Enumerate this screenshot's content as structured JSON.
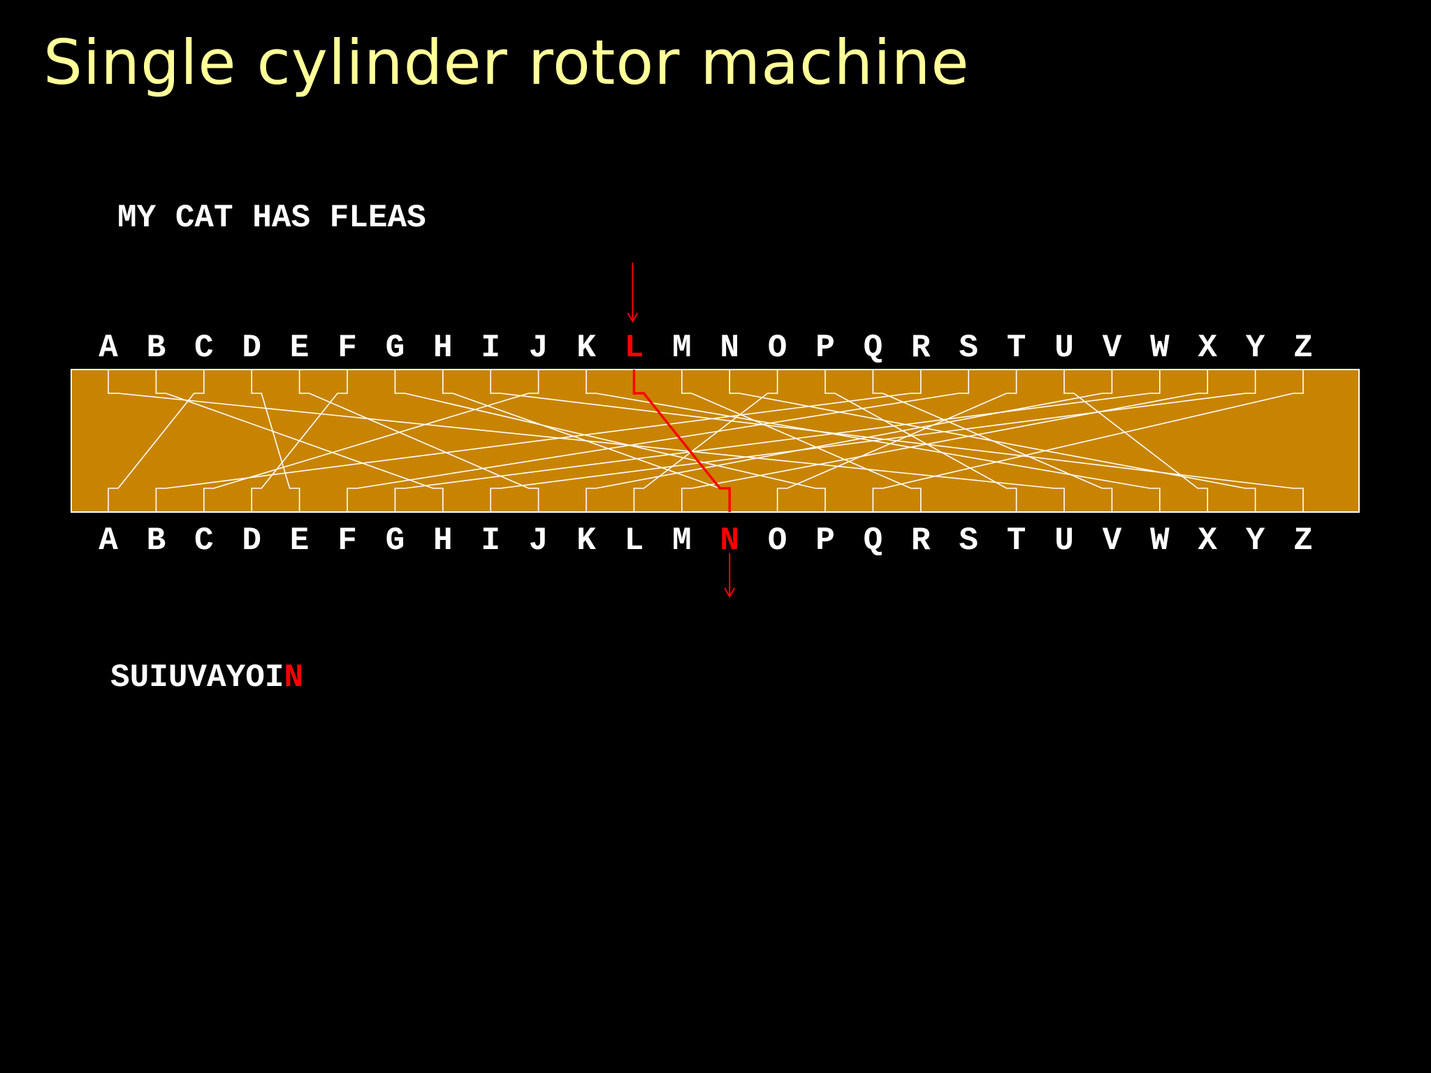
{
  "title": "Single cylinder rotor machine",
  "plaintext": "MY CAT HAS FLEAS",
  "ciphertext": {
    "prefix": "SUIUVAYOI",
    "current": "N"
  },
  "alphabet": [
    "A",
    "B",
    "C",
    "D",
    "E",
    "F",
    "G",
    "H",
    "I",
    "J",
    "K",
    "L",
    "M",
    "N",
    "O",
    "P",
    "Q",
    "R",
    "S",
    "T",
    "U",
    "V",
    "W",
    "X",
    "Y",
    "Z"
  ],
  "input_letter": "L",
  "output_letter": "N",
  "wiring": [
    20,
    7,
    0,
    4,
    9,
    3,
    15,
    13,
    25,
    2,
    22,
    13,
    17,
    24,
    11,
    19,
    21,
    1,
    5,
    14,
    23,
    10,
    6,
    12,
    8,
    16
  ],
  "colors": {
    "background": "#000000",
    "title": "#ffff99",
    "text": "#ffffff",
    "highlight": "#ff0000",
    "rotor_fill": "#c88400",
    "rotor_border": "#ffffff",
    "wire": "#ffffff"
  }
}
